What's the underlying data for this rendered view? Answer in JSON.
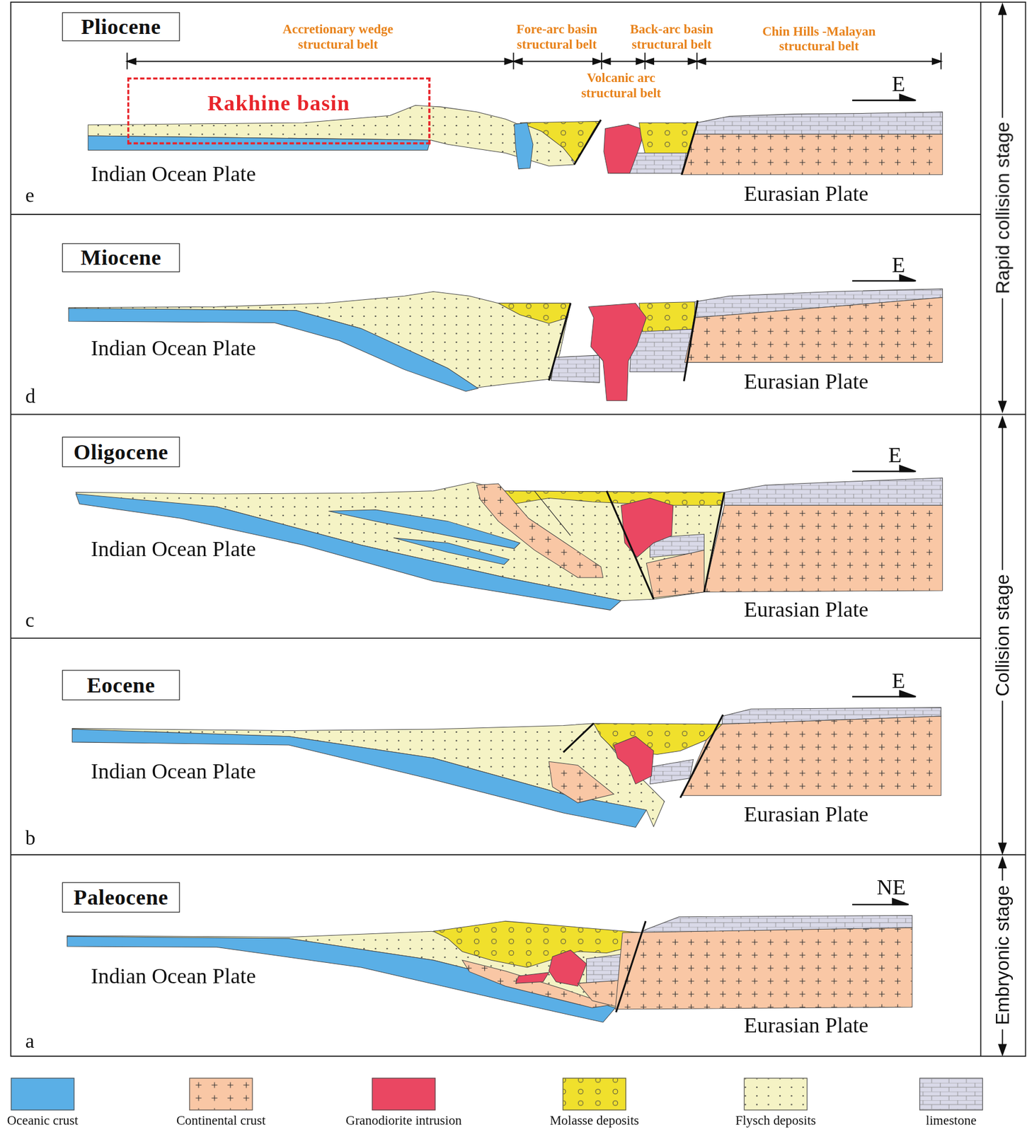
{
  "diagram": {
    "nodes": [
      {
        "text": [
          "Pliocene"
        ]
      },
      {
        "text": [
          "Rakhine basin"
        ]
      },
      {
        "text": [
          "Miocene"
        ]
      },
      {
        "text": [
          "Oligocene"
        ]
      },
      {
        "text": [
          "Eocene"
        ]
      },
      {
        "text": [
          "Paleocene"
        ]
      }
    ],
    "labels": [
      "Accretionary wedge structural belt",
      "Fore-arc basin structural belt",
      "Back-arc basin structural belt",
      "Chin Hills -Malayan structural belt",
      "Volcanic arc structural belt",
      "E",
      "Indian Ocean Plate",
      "Eurasian Plate",
      "e",
      "E",
      "Indian Ocean Plate",
      "Eurasian Plate",
      "d",
      "E",
      "Indian Ocean Plate",
      "Eurasian Plate",
      "c",
      "E",
      "Indian Ocean Plate",
      "Eurasian Plate",
      "b",
      "NE",
      "Indian Ocean Plate",
      "Eurasian Plate",
      "a",
      "Rapid collision stage",
      "Collision stage",
      "Embryonic stage"
    ],
    "legend": [
      {
        "text": "Oceanic crust",
        "color": "#5aafe6"
      },
      {
        "text": "Continental crust",
        "color": "#f9c7a5"
      },
      {
        "text": "Granodiorite intrusion",
        "color": "#ea4762"
      },
      {
        "text": "Molasse deposits",
        "color": "#f0e02c"
      },
      {
        "text": "Flysch deposits",
        "color": "#f5f3c5"
      },
      {
        "text": "limestone",
        "color": "#d9d9e8"
      }
    ]
  }
}
